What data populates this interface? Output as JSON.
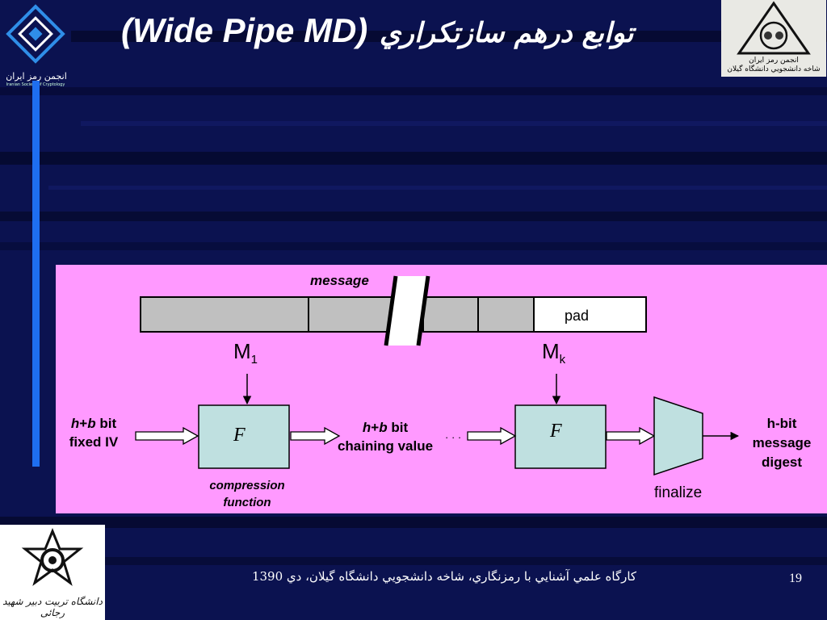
{
  "slide": {
    "title_latin": "(Wide Pipe MD)",
    "title_persian": "توابع درهم سازتکراري",
    "footer_text": "کارگاه علمي آشنايي با رمزنگاري، شاخه دانشجويي دانشگاه گيلان، دي 1390",
    "page_number": "19"
  },
  "logos": {
    "top_left_caption": "انجمن رمز ایران",
    "top_left_subcaption": "Iranian Society of Cryptology",
    "top_right_caption_1": "انجمن رمز ایران",
    "top_right_caption_2": "شاخه دانشجويي دانشگاه گيلان",
    "bottom_left_caption": "دانشگاه تربیت دبیر شهید رجائی"
  },
  "diagram": {
    "message_label": "message",
    "pad_label": "pad",
    "m1_base": "M",
    "m1_sub": "1",
    "mk_base": "M",
    "mk_sub": "k",
    "iv_line1_italic": "h",
    "iv_line1_plus": "+",
    "iv_line1_b": "b",
    "iv_line1_rest": " bit",
    "iv_line2": "fixed IV",
    "f_label": "F",
    "chain_line1_italic": "h",
    "chain_line1_plus": "+",
    "chain_line1_b": "b",
    "chain_line1_rest": " bit",
    "chain_line2": "chaining value",
    "ellipsis": "· · ·",
    "compression_line1": "compression",
    "compression_line2": "function",
    "finalize_label": "finalize",
    "digest_line1": "h-bit",
    "digest_line2": "message",
    "digest_line3": "digest"
  },
  "colors": {
    "background": "#0a0f4a",
    "panel": "#ff99ff",
    "box_fill": "#bfe0e0",
    "block_fill": "#c0c0c0",
    "accent_bar": "#1e6ef0"
  }
}
